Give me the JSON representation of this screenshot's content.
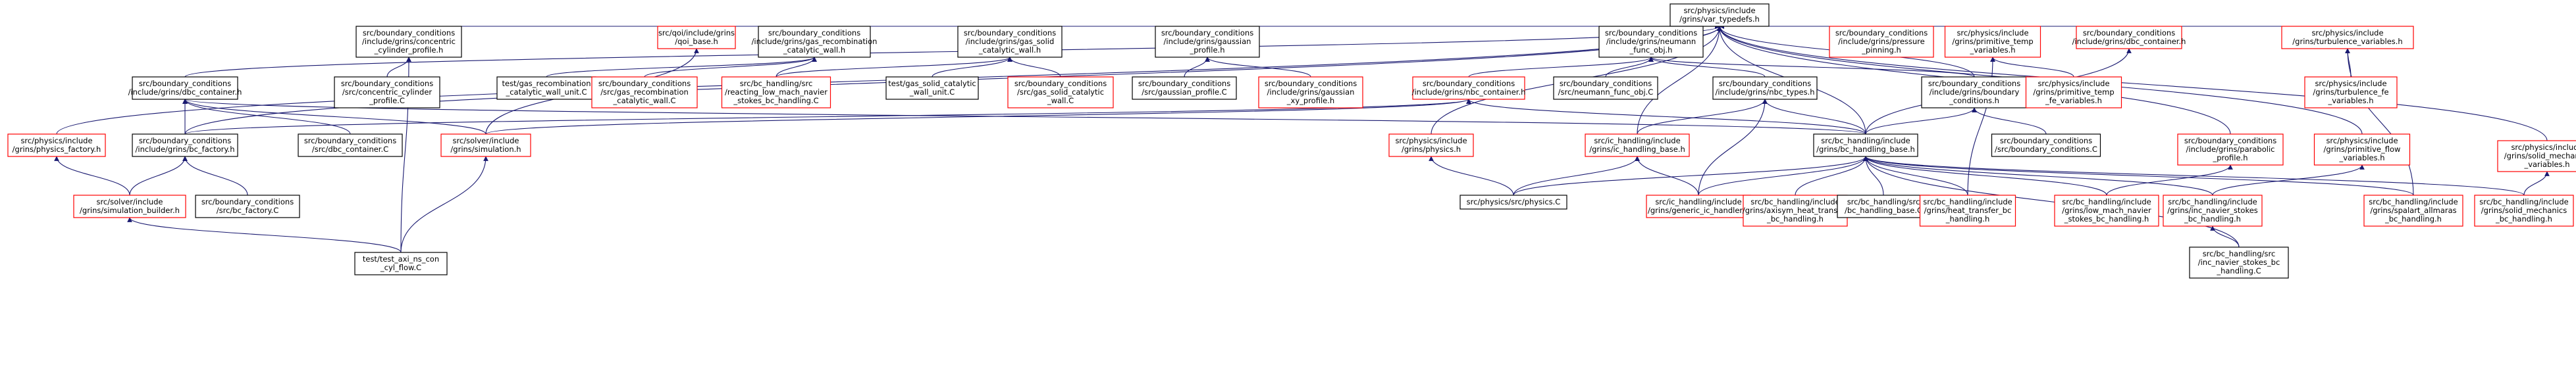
{
  "colors": {
    "edge": "#191970",
    "border_default": "#000000",
    "border_red": "#ff0000",
    "root_fill": "#bfbfbf"
  },
  "nodes": [
    {
      "id": "root",
      "label": [
        "src/physics/include",
        "/grins/var_typedefs.h"
      ],
      "border": "black",
      "root": true
    },
    {
      "id": "n_concentric",
      "label": [
        "src/boundary_conditions",
        "/include/grins/concentric",
        "_cylinder_profile.h"
      ],
      "border": "black"
    },
    {
      "id": "n_tpetra",
      "label": [
        "src/qoi/include/grins",
        "/qoi_base.h"
      ],
      "border": "red"
    },
    {
      "id": "n_gas_recomb",
      "label": [
        "src/boundary_conditions",
        "/include/grins/gas_recombination",
        "_catalytic_wall.h"
      ],
      "border": "black"
    },
    {
      "id": "n_gas_solid",
      "label": [
        "src/boundary_conditions",
        "/include/grins/gas_solid",
        "_catalytic_wall.h"
      ],
      "border": "black"
    },
    {
      "id": "n_gaussian",
      "label": [
        "src/boundary_conditions",
        "/include/grins/gaussian",
        "_profile.h"
      ],
      "border": "black"
    },
    {
      "id": "n_neumann",
      "label": [
        "src/boundary_conditions",
        "/include/grins/neumann",
        "_func_obj.h"
      ],
      "border": "black"
    },
    {
      "id": "n_pressure",
      "label": [
        "src/boundary_conditions",
        "/include/grins/pressure",
        "_pinning.h"
      ],
      "border": "red"
    },
    {
      "id": "n_prim_temp",
      "label": [
        "src/physics/include",
        "/grins/primitive_temp",
        "_variables.h"
      ],
      "border": "red"
    },
    {
      "id": "n_dbc_cont_top",
      "label": [
        "src/boundary_conditions",
        "/include/grins/dbc_container.h"
      ],
      "border": "red"
    },
    {
      "id": "n_turb_vars",
      "label": [
        "src/physics/include",
        "/grins/turbulence_variables.h"
      ],
      "border": "red"
    },
    {
      "id": "n_dbc_container",
      "label": [
        "src/boundary_conditions",
        "/include/grins/dbc_container.h"
      ],
      "border": "black"
    },
    {
      "id": "n_concentric_c",
      "label": [
        "src/boundary_conditions",
        "/src/concentric_cylinder",
        "_profile.C"
      ],
      "border": "black"
    },
    {
      "id": "n_test_gas_recomb",
      "label": [
        "test/gas_recombination",
        "_catalytic_wall_unit.C"
      ],
      "border": "black"
    },
    {
      "id": "n_src_gas_recomb",
      "label": [
        "src/boundary_conditions",
        "/src/gas_recombination",
        "_catalytic_wall.C"
      ],
      "border": "red"
    },
    {
      "id": "n_reacting",
      "label": [
        "src/bc_handling/src",
        "/reacting_low_mach_navier",
        "_stokes_bc_handling.C"
      ],
      "border": "red"
    },
    {
      "id": "n_test_gas_solid",
      "label": [
        "test/gas_solid_catalytic",
        "_wall_unit.C"
      ],
      "border": "black"
    },
    {
      "id": "n_src_gas_solid",
      "label": [
        "src/boundary_conditions",
        "/src/gas_solid_catalytic",
        "_wall.C"
      ],
      "border": "red"
    },
    {
      "id": "n_gaussian_c",
      "label": [
        "src/boundary_conditions",
        "/src/gaussian_profile.C"
      ],
      "border": "black"
    },
    {
      "id": "n_gaussian_xy",
      "label": [
        "src/boundary_conditions",
        "/include/grins/gaussian",
        "_xy_profile.h"
      ],
      "border": "red"
    },
    {
      "id": "n_nbc_container",
      "label": [
        "src/boundary_conditions",
        "/include/grins/nbc_container.h"
      ],
      "border": "red"
    },
    {
      "id": "n_neumann_c",
      "label": [
        "src/boundary_conditions",
        "/src/neumann_func_obj.C"
      ],
      "border": "black"
    },
    {
      "id": "n_nbc_types",
      "label": [
        "src/boundary_conditions",
        "/include/grins/nbc_types.h"
      ],
      "border": "black"
    },
    {
      "id": "n_bc_boundary",
      "label": [
        "src/boundary_conditions",
        "/include/grins/boundary",
        "_conditions.h"
      ],
      "border": "black"
    },
    {
      "id": "n_prim_temp_fe",
      "label": [
        "src/physics/include",
        "/grins/primitive_temp",
        "_fe_variables.h"
      ],
      "border": "red"
    },
    {
      "id": "n_turb_fe",
      "label": [
        "src/physics/include",
        "/grins/turbulence_fe",
        "_variables.h"
      ],
      "border": "red"
    },
    {
      "id": "n_phys_factory",
      "label": [
        "src/physics/include",
        "/grins/physics_factory.h"
      ],
      "border": "red"
    },
    {
      "id": "n_bc_factory",
      "label": [
        "src/boundary_conditions",
        "/include/grins/bc_factory.h"
      ],
      "border": "black"
    },
    {
      "id": "n_dbc_container_c",
      "label": [
        "src/boundary_conditions",
        "/src/dbc_container.C"
      ],
      "border": "black"
    },
    {
      "id": "n_simulation",
      "label": [
        "src/solver/include",
        "/grins/simulation.h"
      ],
      "border": "red"
    },
    {
      "id": "n_physics_h",
      "label": [
        "src/physics/include",
        "/grins/physics.h"
      ],
      "border": "red"
    },
    {
      "id": "n_ic_handling",
      "label": [
        "src/ic_handling/include",
        "/grins/ic_handling_base.h"
      ],
      "border": "red"
    },
    {
      "id": "n_bc_handling",
      "label": [
        "src/bc_handling/include",
        "/grins/bc_handling_base.h"
      ],
      "border": "black"
    },
    {
      "id": "n_bc_conditions_c",
      "label": [
        "src/boundary_conditions",
        "/src/boundary_conditions.C"
      ],
      "border": "black"
    },
    {
      "id": "n_parabolic",
      "label": [
        "src/boundary_conditions",
        "/include/grins/parabolic",
        "_profile.h"
      ],
      "border": "red"
    },
    {
      "id": "n_prim_flow",
      "label": [
        "src/physics/include",
        "/grins/primitive_flow",
        "_variables.h"
      ],
      "border": "red"
    },
    {
      "id": "n_solid_mech_vars",
      "label": [
        "src/physics/include",
        "/grins/solid_mechanics",
        "_variables.h"
      ],
      "border": "red"
    },
    {
      "id": "n_sim_builder",
      "label": [
        "src/solver/include",
        "/grins/simulation_builder.h"
      ],
      "border": "red"
    },
    {
      "id": "n_bc_factory_c",
      "label": [
        "src/boundary_conditions",
        "/src/bc_factory.C"
      ],
      "border": "black"
    },
    {
      "id": "n_physics_c",
      "label": [
        "src/physics/src/physics.C"
      ],
      "border": "black"
    },
    {
      "id": "n_generic_ic",
      "label": [
        "src/ic_handling/include",
        "/grins/generic_ic_handler.h"
      ],
      "border": "red"
    },
    {
      "id": "n_axisym",
      "label": [
        "src/bc_handling/include",
        "/grins/axisym_heat_transfer",
        "_bc_handling.h"
      ],
      "border": "red"
    },
    {
      "id": "n_bc_handling_c",
      "label": [
        "src/bc_handling/src",
        "/bc_handling_base.C"
      ],
      "border": "black"
    },
    {
      "id": "n_heat_transfer",
      "label": [
        "src/bc_handling/include",
        "/grins/heat_transfer_bc",
        "_handling.h"
      ],
      "border": "red"
    },
    {
      "id": "n_low_mach",
      "label": [
        "src/bc_handling/include",
        "/grins/low_mach_navier",
        "_stokes_bc_handling.h"
      ],
      "border": "red"
    },
    {
      "id": "n_inc_navier",
      "label": [
        "src/bc_handling/include",
        "/grins/inc_navier_stokes",
        "_bc_handling.h"
      ],
      "border": "red"
    },
    {
      "id": "n_spalart",
      "label": [
        "src/bc_handling/include",
        "/grins/spalart_allmaras",
        "_bc_handling.h"
      ],
      "border": "red"
    },
    {
      "id": "n_solid_mech_bc",
      "label": [
        "src/bc_handling/include",
        "/grins/solid_mechanics",
        "_bc_handling.h"
      ],
      "border": "red"
    },
    {
      "id": "n_test_axi",
      "label": [
        "test/test_axi_ns_con",
        "_cyl_flow.C"
      ],
      "border": "black"
    },
    {
      "id": "n_inc_navier_c",
      "label": [
        "src/bc_handling/src",
        "/inc_navier_stokes_bc",
        "_handling.C"
      ],
      "border": "black"
    }
  ]
}
